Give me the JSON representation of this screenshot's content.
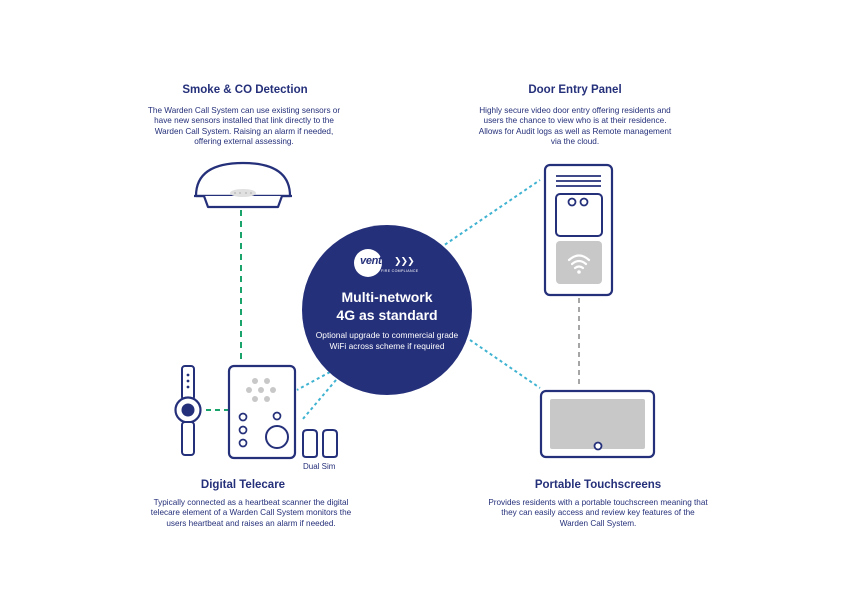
{
  "hub": {
    "brand_name": "ventro",
    "brand_sub": "FIRE COMPLIANCE",
    "title_line1": "Multi-network",
    "title_line2": "4G as standard",
    "subtitle": "Optional upgrade to commercial grade WiFi across scheme if required"
  },
  "nodes": {
    "smoke": {
      "title": "Smoke & CO Detection",
      "description": "The Warden Call System can use existing sensors or have new sensors installed that link directly to the Warden Call System. Raising an alarm if needed, offering external assessing."
    },
    "door": {
      "title": "Door Entry Panel",
      "description": "Highly secure video door entry offering residents and users the chance to view who is at their residence. Allows for Audit logs as well as Remote management via the cloud."
    },
    "telecare": {
      "title": "Digital Telecare",
      "description": "Typically connected as a heartbeat scanner the digital telecare element of a Warden Call System monitors the users heartbeat and raises an alarm if needed.",
      "sim_label": "Dual Sim"
    },
    "touch": {
      "title": "Portable Touchscreens",
      "description": "Provides residents with a portable touchscreen meaning that they can easily access and review key features of the Warden Call System."
    }
  },
  "colors": {
    "navy": "#25307a",
    "green_link": "#1aa36a",
    "cyan_link": "#3fb3d1",
    "grey_link": "#a6a6a6",
    "panel_grey": "#c8c8c8"
  }
}
